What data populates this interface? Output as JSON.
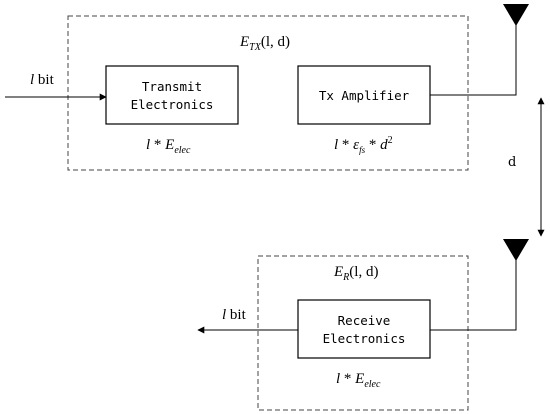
{
  "transmitter": {
    "energy_label": {
      "E": "E",
      "sub": "TX",
      "args": "(l, d)"
    },
    "input_label": {
      "var": "l",
      "unit": " bit"
    },
    "electronics_box": {
      "line1": "Transmit",
      "line2": "Electronics"
    },
    "electronics_energy": {
      "var": "l",
      "op": " * ",
      "E": "E",
      "sub": "elec"
    },
    "amplifier_box": {
      "label": "Tx Amplifier"
    },
    "amplifier_energy": {
      "var": "l",
      "op1": " * ",
      "eps": "ε",
      "sub": "fs",
      "op2": " * ",
      "d": "d",
      "exp": "2"
    }
  },
  "distance": {
    "label": "d"
  },
  "receiver": {
    "energy_label": {
      "E": "E",
      "sub": "R",
      "args": "(l, d)"
    },
    "output_label": {
      "var": "l",
      "unit": " bit"
    },
    "electronics_box": {
      "line1": "Receive",
      "line2": "Electronics"
    },
    "electronics_energy": {
      "var": "l",
      "op": " * ",
      "E": "E",
      "sub": "elec"
    }
  }
}
